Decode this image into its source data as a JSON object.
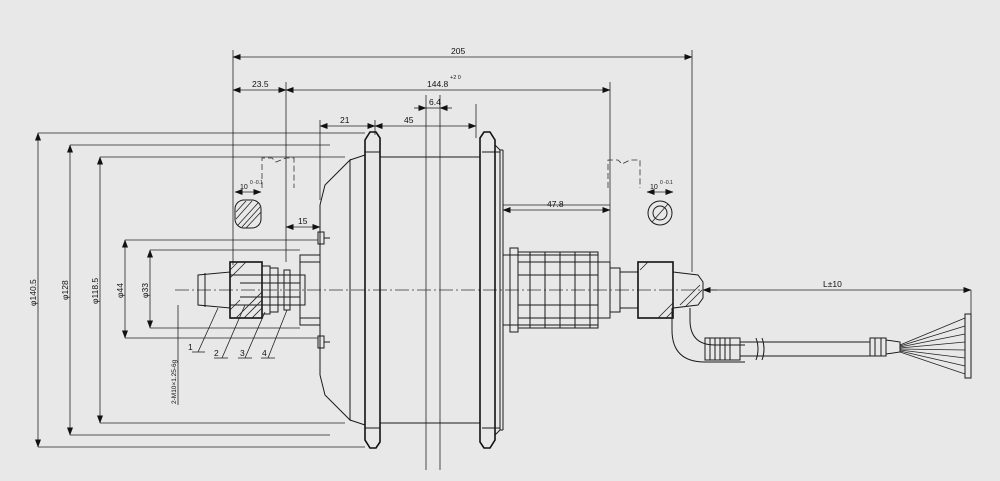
{
  "dimensions": {
    "overall_width": "205",
    "left_offset": "23.5",
    "flange_span": "144.8",
    "flange_span_tol": "+2 0",
    "width_21": "21",
    "width_45": "45",
    "width_6_4": "6.4",
    "width_15": "15",
    "width_47_8": "47.8",
    "cable_length": "L±10",
    "slot_left": "10",
    "slot_left_tol": "0 -0.1",
    "slot_right": "10",
    "slot_right_tol": "0 -0.1",
    "dia_140_5": "φ140.5",
    "dia_128": "φ128",
    "dia_118_5": "φ118.5",
    "dia_44": "φ44",
    "dia_33": "φ33",
    "thread_note": "2-M10×1.25-6g"
  },
  "callouts": [
    "1",
    "2",
    "3",
    "4"
  ],
  "colors": {
    "background": "#e8e8e8",
    "line": "#1a1a1a"
  }
}
